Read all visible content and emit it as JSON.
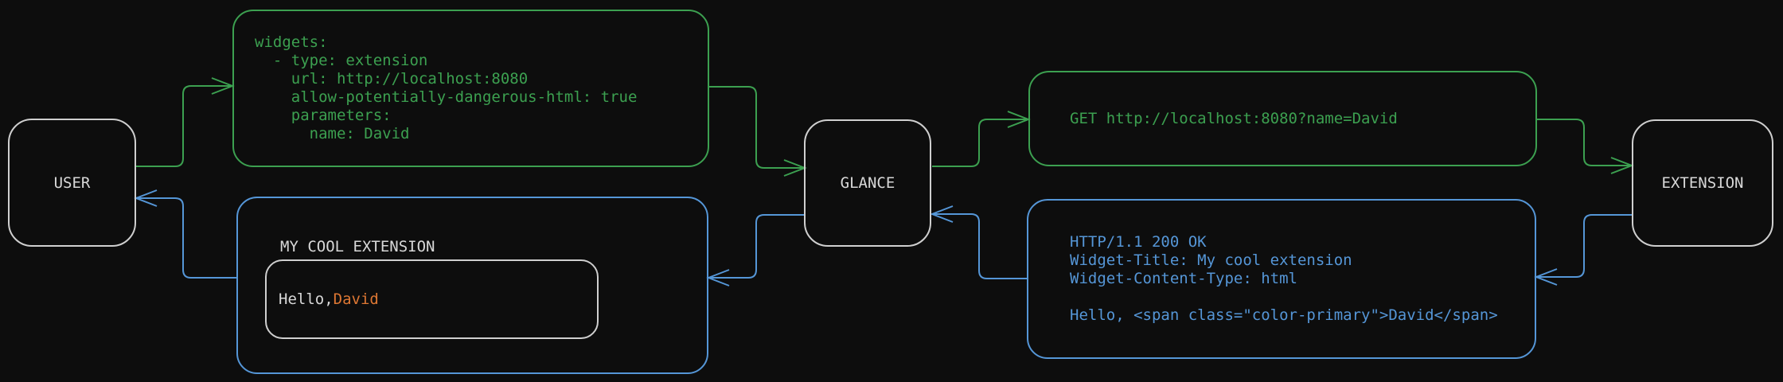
{
  "colors": {
    "background": "#0d0d0d",
    "green": "#3ca050",
    "blue": "#5596d7",
    "node_border": "#cfcfcf",
    "text": "#d8d8d8",
    "orange": "#dd7733"
  },
  "nodes": {
    "user": {
      "label": "USER"
    },
    "glance": {
      "label": "GLANCE"
    },
    "extension": {
      "label": "EXTENSION"
    }
  },
  "messages": {
    "config_yaml": {
      "code": "widgets:\n  - type: extension\n    url: http://localhost:8080\n    allow-potentially-dangerous-html: true\n    parameters:\n      name: David"
    },
    "http_request": {
      "code": "GET http://localhost:8080?name=David"
    },
    "http_response": {
      "code": "HTTP/1.1 200 OK\nWidget-Title: My cool extension\nWidget-Content-Type: html\n\nHello, <span class=\"color-primary\">David</span>"
    },
    "widget_preview": {
      "title": "MY COOL EXTENSION",
      "greeting_prefix": "Hello, ",
      "greeting_name": "David"
    }
  }
}
